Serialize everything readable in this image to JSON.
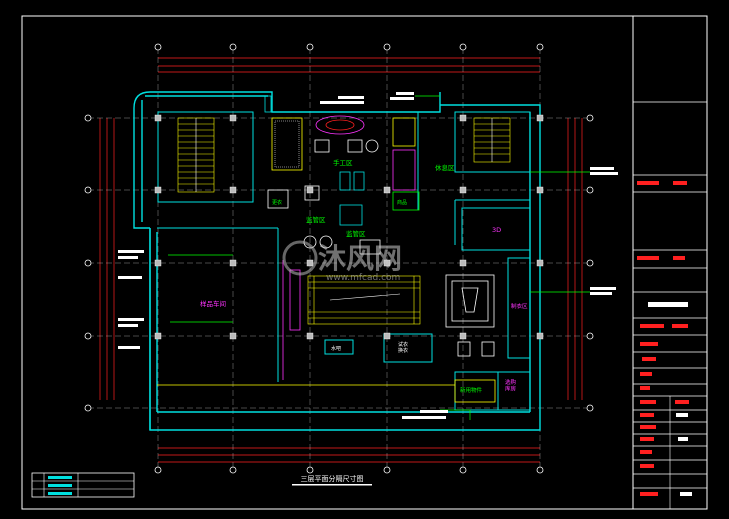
{
  "drawing": {
    "title": "三层平面分隔尺寸图",
    "rooms": {
      "lounge_area": "休息区",
      "craft_area": "手工区",
      "control_area_1": "监管区",
      "control_area_2": "监管区",
      "production_room": "样品车间",
      "room_3d": "3D",
      "studio": "制衣区",
      "water_bar": "水吧",
      "fitting": "试衣\n换衣",
      "storage": "商品",
      "cloakroom": "更衣",
      "stair_hall": "新用物件",
      "shopping": "选购\n库房"
    },
    "watermark": {
      "brand": "沐风网",
      "url": "www.mfcad.com"
    },
    "colors": {
      "background": "#000000",
      "frame": "#ffffff",
      "wall": "#00e0e0",
      "dimension": "#ff2020",
      "grid": "#ffffff",
      "furniture": "#ffff00",
      "magenta": "#ff33ff",
      "leader": "#00ff00"
    }
  }
}
